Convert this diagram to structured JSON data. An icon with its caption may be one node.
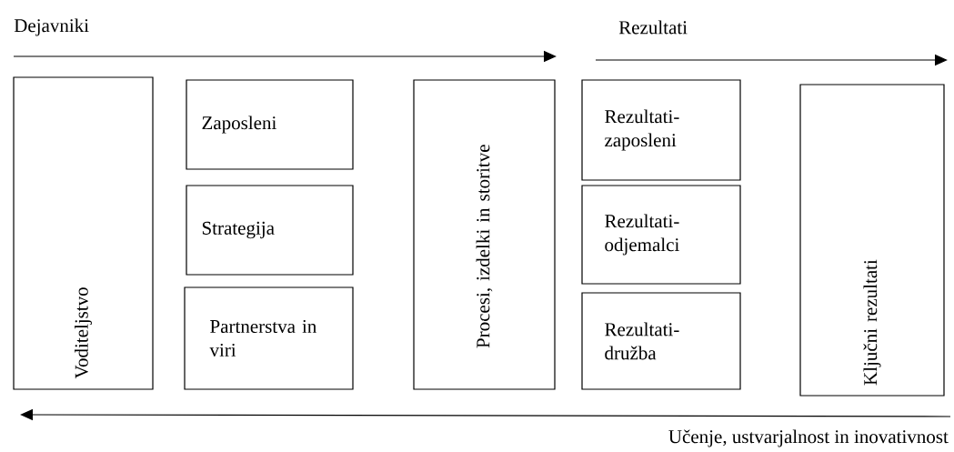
{
  "diagram": {
    "nodes": [
      {
        "text": [
          "Voditeljstvo"
        ]
      },
      {
        "text": [
          "Zaposleni"
        ]
      },
      {
        "text": [
          "Strategija"
        ]
      },
      {
        "text": [
          "Partnerstva in viri"
        ]
      },
      {
        "text": [
          "Procesi, izdelki in storitve"
        ]
      },
      {
        "text": [
          "Rezultati-zaposleni"
        ]
      },
      {
        "text": [
          "Rezultati-odjemalci"
        ]
      },
      {
        "text": [
          "Rezultati-družba"
        ]
      },
      {
        "text": [
          "Ključni rezultati"
        ]
      }
    ],
    "labels": [
      "Dejavniki",
      "Rezultati",
      "Učenje, ustvarjalnost in inovativnost"
    ]
  }
}
